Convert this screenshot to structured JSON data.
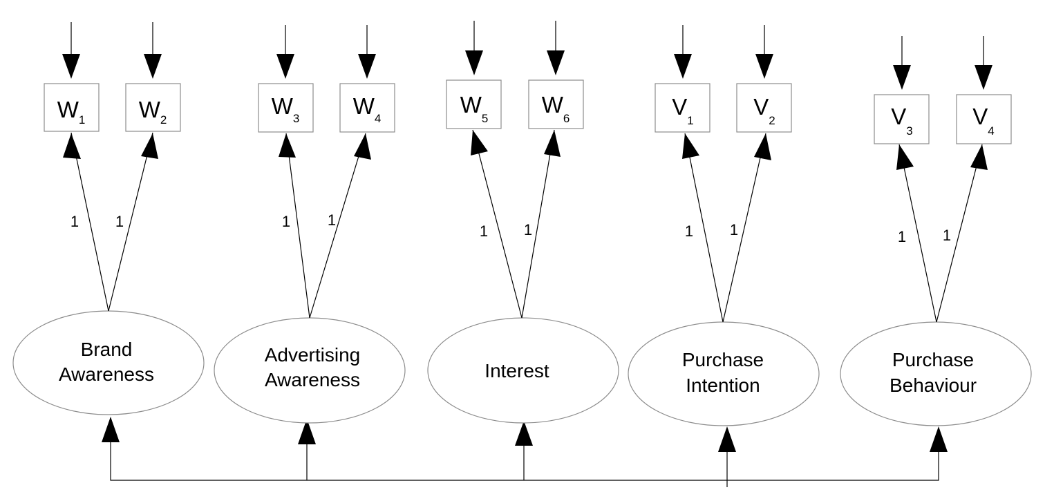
{
  "indicators": [
    {
      "letter": "W",
      "sub": "1"
    },
    {
      "letter": "W",
      "sub": "2"
    },
    {
      "letter": "W",
      "sub": "3"
    },
    {
      "letter": "W",
      "sub": "4"
    },
    {
      "letter": "W",
      "sub": "5"
    },
    {
      "letter": "W",
      "sub": "6"
    },
    {
      "letter": "V",
      "sub": "1"
    },
    {
      "letter": "V",
      "sub": "2"
    },
    {
      "letter": "V",
      "sub": "3"
    },
    {
      "letter": "V",
      "sub": "4"
    }
  ],
  "latents": [
    {
      "lines": [
        "Brand",
        "Awareness"
      ]
    },
    {
      "lines": [
        "Advertising",
        "Awareness"
      ]
    },
    {
      "lines": [
        "Interest"
      ]
    },
    {
      "lines": [
        "Purchase",
        "Intention"
      ]
    },
    {
      "lines": [
        "Purchase",
        "Behaviour"
      ]
    }
  ],
  "loadings": [
    "1",
    "1",
    "1",
    "1",
    "1",
    "1",
    "1",
    "1",
    "1",
    "1"
  ],
  "colors": {
    "stroke": "#000000",
    "box_border": "#8c8c8c",
    "ellipse_border": "#8c8c8c"
  }
}
